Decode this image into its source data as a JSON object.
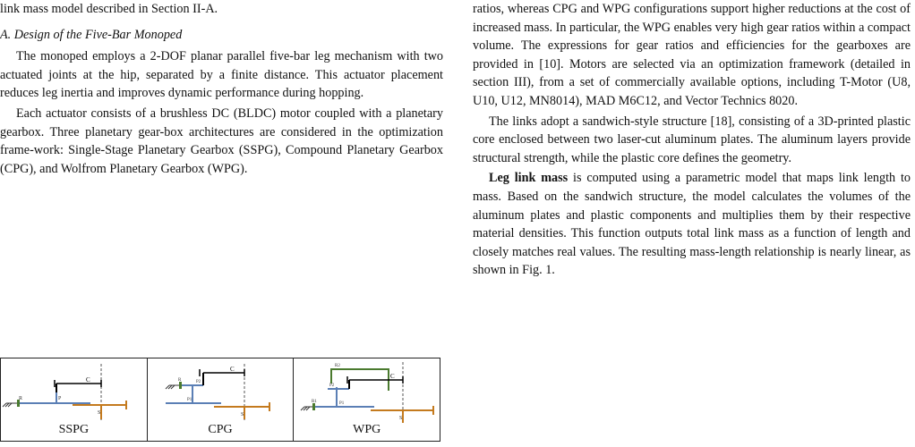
{
  "left": {
    "top_line": "link mass model described in Section II-A.",
    "section_heading": "A. Design of the Five-Bar Monoped",
    "para1": "The monoped employs a 2-DOF planar parallel five-bar leg mechanism with two actuated joints at the hip, separated by a finite distance. This actuator placement reduces leg inertia and improves dynamic performance during hopping.",
    "para2": "Each actuator consists of a brushless DC (BLDC) motor coupled with a planetary gearbox. Three planetary gear-box architectures are considered in the optimization frame-work: Single-Stage Planetary Gearbox (SSPG), Compound Planetary Gearbox (CPG), and Wolfrom Planetary Gearbox (WPG)."
  },
  "right": {
    "para1": "ratios, whereas CPG and WPG configurations support higher reductions at the cost of increased mass. In particular, the WPG enables very high gear ratios within a compact volume. The expressions for gear ratios and efficiencies for the gearboxes are provided in [10]. Motors are selected via an optimization framework (detailed in section III), from a set of commercially available options, including T-Motor (U8, U10, U12, MN8014), MAD M6C12, and Vector Technics 8020.",
    "para2": "The links adopt a sandwich-style structure  [18], consisting of a 3D-printed plastic core enclosed between two laser-cut aluminum plates. The aluminum layers provide structural strength, while the plastic core defines the geometry.",
    "para3_bold": "Leg link mass",
    "para3_rest": " is computed using a parametric model that maps link length to mass. Based on the sandwich structure, the model calculates the volumes of the aluminum plates and plastic components and multiplies them by their respective material densities. This function outputs total link mass as a function of length and closely matches real values. The resulting mass-length relationship is nearly linear, as shown in Fig. 1."
  },
  "figure": {
    "panels": [
      {
        "label": "SSPG",
        "labels": {
          "r": "R",
          "p": "P",
          "c": "C",
          "s": "S"
        }
      },
      {
        "label": "CPG",
        "labels": {
          "r": "R",
          "p1": "P1",
          "p2": "P2",
          "c": "C",
          "s": "S"
        }
      },
      {
        "label": "WPG",
        "labels": {
          "r1": "R1",
          "r2": "R2",
          "p1": "P1",
          "p2": "P2",
          "c": "C",
          "s": "S"
        }
      }
    ],
    "colors": {
      "ring": "#4a7a2e",
      "planet": "#5b7fb5",
      "sun": "#c47a1e",
      "carrier": "#000000",
      "axis": "#555555"
    }
  }
}
